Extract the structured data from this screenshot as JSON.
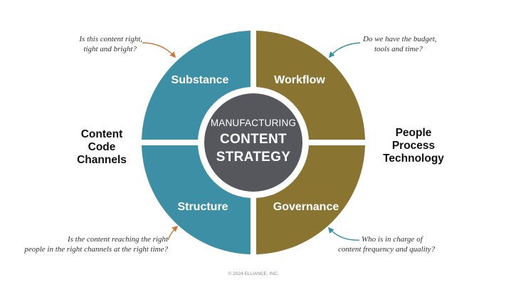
{
  "center": {
    "line1": "MANUFACTURING",
    "line2": "CONTENT",
    "line3": "STRATEGY"
  },
  "quadrants": {
    "top_left": {
      "label": "Substance",
      "color": "#3d8fa6"
    },
    "top_right": {
      "label": "Workflow",
      "color": "#8a7432"
    },
    "bottom_left": {
      "label": "Structure",
      "color": "#3d8fa6"
    },
    "bottom_right": {
      "label": "Governance",
      "color": "#8a7432"
    }
  },
  "center_color": "#55575c",
  "left_side": {
    "line1": "Content",
    "line2": "Code",
    "line3": "Channels"
  },
  "right_side": {
    "line1": "People",
    "line2": "Process",
    "line3": "Technology"
  },
  "questions": {
    "top_left": {
      "line1": "Is this content right,",
      "line2": "tight and bright?"
    },
    "top_right": {
      "line1": "Do we have the budget,",
      "line2": "tools and time?"
    },
    "bottom_left": {
      "line1": "Is the content reaching the right",
      "line2": "people in the right channels at the right time?"
    },
    "bottom_right": {
      "line1": "Who is in charge of",
      "line2": "content frequency and quality?"
    }
  },
  "arrow_colors": {
    "teal_side": "#c97a3a",
    "gold_side": "#3d8fa6"
  },
  "footer": "© 2024 ELLIANCE, INC."
}
